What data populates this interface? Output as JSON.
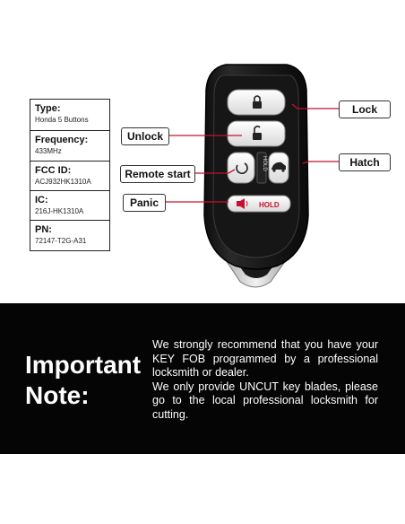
{
  "specs": [
    {
      "label": "Type:",
      "value": "Honda 5 Buttons"
    },
    {
      "label": "Frequency:",
      "value": "433MHz"
    },
    {
      "label": "FCC ID:",
      "value": "ACJ932HK1310A"
    },
    {
      "label": "IC:",
      "value": "216J-HK1310A"
    },
    {
      "label": "PN:",
      "value": "72147-T2G-A31"
    }
  ],
  "callouts": {
    "unlock": "Unlock",
    "remote_start": "Remote start",
    "panic": "Panic",
    "lock": "Lock",
    "hatch": "Hatch"
  },
  "fob": {
    "hold_label": "HOLD",
    "panic_hold_label": "HOLD"
  },
  "note": {
    "title_line1": "Important",
    "title_line2": "Note:",
    "paragraph1": "We strongly recommend that you have your KEY FOB programmed by a professional locksmith or dealer.",
    "paragraph2": "We only provide UNCUT key blades, please go to the local professional locksmith for cutting."
  },
  "colors": {
    "callout_line": "#c8102e",
    "band": "#050505",
    "panic_icon": "#c8102e"
  }
}
